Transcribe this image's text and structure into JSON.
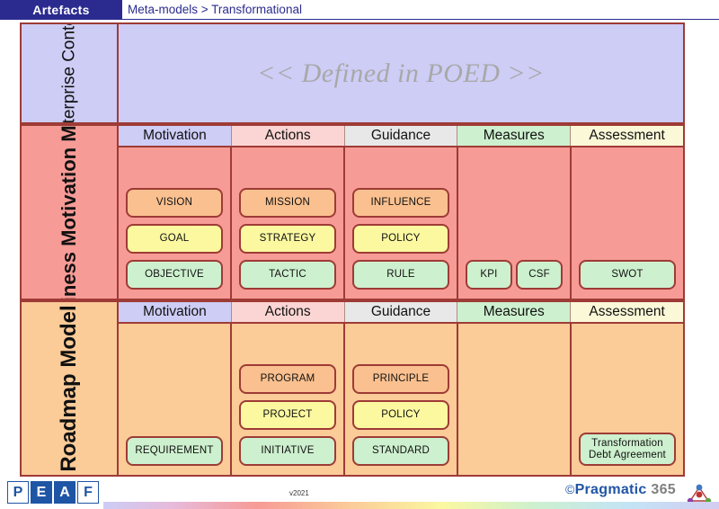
{
  "header": {
    "tab_label": "Artefacts",
    "breadcrumb": "Meta-models > Transformational"
  },
  "diagram": {
    "bands": [
      {
        "id": "enterprise-context",
        "label": "Enterprise Context",
        "placeholder": "<< Defined in POED >>"
      },
      {
        "id": "business-motivation-model",
        "label": "Business Motivation Model",
        "columns": [
          {
            "header": "Motivation",
            "nodes": [
              {
                "text": "VISION",
                "color": "orange"
              },
              {
                "text": "GOAL",
                "color": "yellow"
              },
              {
                "text": "OBJECTIVE",
                "color": "green"
              }
            ]
          },
          {
            "header": "Actions",
            "nodes": [
              {
                "text": "MISSION",
                "color": "orange"
              },
              {
                "text": "STRATEGY",
                "color": "yellow"
              },
              {
                "text": "TACTIC",
                "color": "green"
              }
            ]
          },
          {
            "header": "Guidance",
            "nodes": [
              {
                "text": "INFLUENCE",
                "color": "orange"
              },
              {
                "text": "POLICY",
                "color": "yellow"
              },
              {
                "text": "RULE",
                "color": "green"
              }
            ]
          },
          {
            "header": "Measures",
            "nodes": [
              {
                "text": "KPI",
                "color": "green"
              },
              {
                "text": "CSF",
                "color": "green"
              }
            ]
          },
          {
            "header": "Assessment",
            "nodes": [
              {
                "text": "SWOT",
                "color": "green"
              }
            ]
          }
        ]
      },
      {
        "id": "roadmap-model",
        "label": "Roadmap Model",
        "columns": [
          {
            "header": "Motivation",
            "nodes": [
              {
                "text": "REQUIREMENT",
                "color": "green"
              }
            ]
          },
          {
            "header": "Actions",
            "nodes": [
              {
                "text": "PROGRAM",
                "color": "orange"
              },
              {
                "text": "PROJECT",
                "color": "yellow"
              },
              {
                "text": "INITIATIVE",
                "color": "green"
              }
            ]
          },
          {
            "header": "Guidance",
            "nodes": [
              {
                "text": "PRINCIPLE",
                "color": "orange"
              },
              {
                "text": "POLICY",
                "color": "yellow"
              },
              {
                "text": "STANDARD",
                "color": "green"
              }
            ]
          },
          {
            "header": "Measures",
            "nodes": []
          },
          {
            "header": "Assessment",
            "nodes": [
              {
                "text": "Transformation Debt Agreement",
                "color": "green"
              }
            ]
          }
        ]
      }
    ],
    "column_header_colors": {
      "Motivation": "#cdcdf6",
      "Actions": "#fbd5d3",
      "Guidance": "#e8e8e8",
      "Measures": "#cdf0ce",
      "Assessment": "#fbf8d8"
    }
  },
  "footer": {
    "logo_letters": [
      "P",
      "E",
      "A",
      "F"
    ],
    "version": "v2021",
    "copyright_symbol": "©",
    "copyright_brand": "Pragmatic",
    "copyright_number": "365"
  },
  "colors": {
    "header_bar": "#2b2b8f",
    "border": "#9e3b36",
    "enterprise_band": "#cdcdf6",
    "bmm_band": "#f79b96",
    "roadmap_band": "#fbcb98",
    "node_orange": "#fac08f",
    "node_yellow": "#fbf8a0",
    "node_green": "#cdf0ce",
    "brand_blue": "#1f55a5",
    "brand_gray": "#808080"
  }
}
